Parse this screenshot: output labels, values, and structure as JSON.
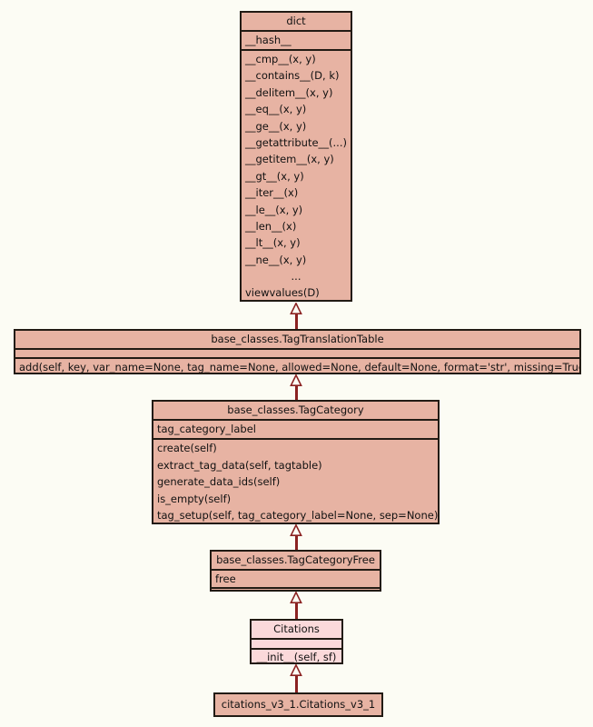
{
  "diagram": {
    "type": "uml-class-inheritance",
    "background_color": "#fcfcf4",
    "box_fill_color": "#e7b3a3",
    "highlight_fill_color": "#fbd9da",
    "border_color": "#221b14",
    "edge_color": "#8b2222",
    "edge_style": "hollow-triangle-inheritance-arrow"
  },
  "classes": [
    {
      "title": "dict",
      "attributes": [
        "__hash__"
      ],
      "methods": [
        "__cmp__(x, y)",
        "__contains__(D, k)",
        "__delitem__(x, y)",
        "__eq__(x, y)",
        "__ge__(x, y)",
        "__getattribute__(...)",
        "__getitem__(x, y)",
        "__gt__(x, y)",
        "__iter__(x)",
        "__le__(x, y)",
        "__len__(x)",
        "__lt__(x, y)",
        "__ne__(x, y)",
        "...",
        "viewvalues(D)"
      ]
    },
    {
      "title": "base_classes.TagTranslationTable",
      "attributes": [],
      "methods": [
        "add(self, key, var_name=None, tag_name=None, allowed=None, default=None, format='str', missing=True)"
      ]
    },
    {
      "title": "base_classes.TagCategory",
      "attributes": [
        "tag_category_label"
      ],
      "methods": [
        "create(self)",
        "extract_tag_data(self, tagtable)",
        "generate_data_ids(self)",
        "is_empty(self)",
        "tag_setup(self, tag_category_label=None, sep=None)"
      ]
    },
    {
      "title": "base_classes.TagCategoryFree",
      "attributes": [
        "free"
      ],
      "methods": []
    },
    {
      "title": "Citations",
      "attributes": [],
      "methods": [
        "__init__(self, sf)"
      ]
    },
    {
      "title": "citations_v3_1.Citations_v3_1"
    }
  ],
  "edges": [
    {
      "from": "base_classes.TagTranslationTable",
      "to": "dict"
    },
    {
      "from": "base_classes.TagCategory",
      "to": "base_classes.TagTranslationTable"
    },
    {
      "from": "base_classes.TagCategoryFree",
      "to": "base_classes.TagCategory"
    },
    {
      "from": "Citations",
      "to": "base_classes.TagCategoryFree"
    },
    {
      "from": "citations_v3_1.Citations_v3_1",
      "to": "Citations"
    }
  ]
}
